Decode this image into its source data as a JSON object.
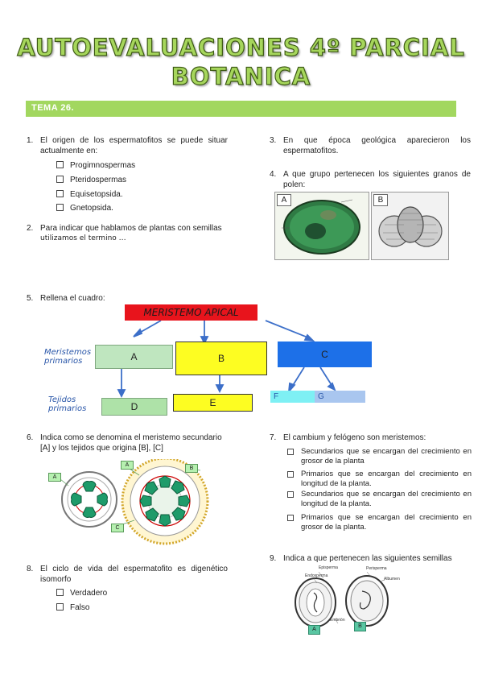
{
  "header": {
    "title_line1": "AUTOEVALUACIONES 4º PARCIAL",
    "title_line2": "BOTANICA",
    "section": "TEMA 26."
  },
  "questions": {
    "q1": {
      "num": "1.",
      "text": "El origen de los espermatofitos se puede situar actualmente en:",
      "options": [
        "Progimnospermas",
        "Pteridospermas",
        "Equisetopsida.",
        "Gnetopsida."
      ]
    },
    "q2": {
      "num": "2.",
      "text": "Para indicar que hablamos de plantas con semillas",
      "text2": "utilizamos el termino …"
    },
    "q3": {
      "num": "3.",
      "text": "En que época geológica aparecieron los espermatofitos."
    },
    "q4": {
      "num": "4.",
      "text": "A que grupo pertenecen los siguientes granos de polen:",
      "labels": [
        "A",
        "B"
      ]
    },
    "q5": {
      "num": "5.",
      "text": "Rellena el cuadro:",
      "diagram": {
        "root": "MERISTEMO APICAL",
        "row1_label": "Meristemos primarios",
        "row2_label": "Tejidos primarios",
        "boxes": [
          "A",
          "B",
          "C",
          "D",
          "E",
          "F",
          "G"
        ],
        "colors": {
          "root": "#e8141c",
          "A": "#bfe6bf",
          "B": "#fdfd22",
          "C": "#1d70e8",
          "D": "#aee2a8",
          "E": "#fdfd22",
          "F": "#7ef0f4",
          "G": "#a9c6ef",
          "arrow": "#3c6fc9"
        }
      }
    },
    "q6": {
      "num": "6.",
      "text": "Indica como se denomina el meristemo secundario [A] y los tejidos que origina [B], [C]",
      "labels": [
        "A",
        "A",
        "B",
        "C"
      ]
    },
    "q7": {
      "num": "7.",
      "text": "El cambium y felógeno son meristemos:",
      "options": [
        "Secundarios que se encargan del crecimiento en grosor de la planta",
        "Primarios que se encargan del crecimiento en longitud de la planta.",
        "Secundarios que se encargan del crecimiento en longitud de la planta.",
        "Primarios que se encargan del crecimiento en grosor de la planta."
      ]
    },
    "q8": {
      "num": "8.",
      "text": "El ciclo de vida del espermatofito es digenético isomorfo",
      "options": [
        "Verdadero",
        "Falso"
      ]
    },
    "q9": {
      "num": "9.",
      "text": "Indica a que pertenecen las siguientes semillas",
      "labels": [
        "Episperma",
        "Perisperma",
        "Endosperma",
        "Albumen",
        "Embrión",
        "A",
        "B"
      ]
    }
  }
}
